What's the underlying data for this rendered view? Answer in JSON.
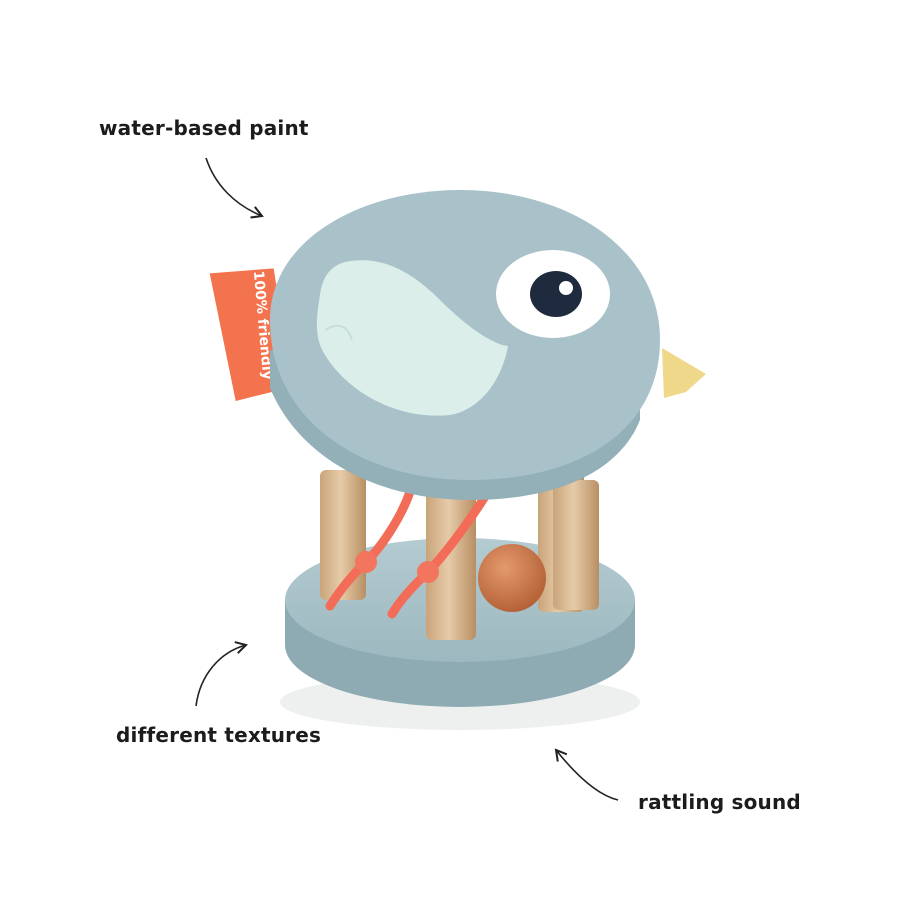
{
  "annotations": {
    "paint": "water-based paint",
    "textures": "different textures",
    "sound": "rattling sound"
  },
  "tag": {
    "text": "100% friendly"
  },
  "colors": {
    "body": "#a9c2c9",
    "body_shadow": "#8fabb3",
    "wing": "#dbeeea",
    "eye_outer": "#ffffff",
    "eye_pupil": "#1e2a3e",
    "beak": "#f0d88a",
    "tag": "#f2734e",
    "cords": "#f36c58",
    "wood": "#d7b893",
    "bead": "#c8754a"
  }
}
